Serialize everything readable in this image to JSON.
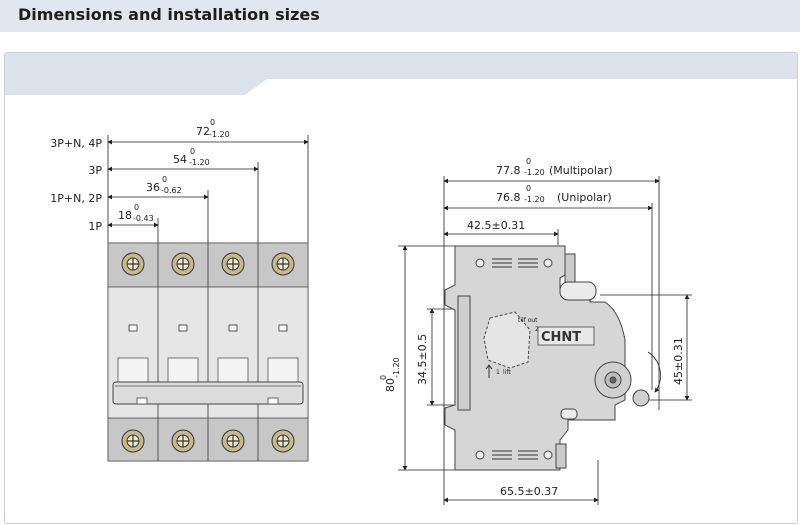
{
  "header": {
    "title": "Dimensions and installation sizes"
  },
  "left_drawing": {
    "row_labels": [
      "3P+N, 4P",
      "3P",
      "1P+N, 2P",
      "1P"
    ],
    "dims": [
      {
        "main": "72",
        "upper": "0",
        "lower": "-1.20"
      },
      {
        "main": "54",
        "upper": "0",
        "lower": "-1.20"
      },
      {
        "main": "36",
        "upper": "0",
        "lower": "-0.62"
      },
      {
        "main": "18",
        "upper": "0",
        "lower": "-0.43"
      }
    ]
  },
  "right_drawing": {
    "width_multi": {
      "main": "77.8",
      "upper": "0",
      "lower": "-1.20",
      "note": "(Multipolar)"
    },
    "width_uni": {
      "main": "76.8",
      "upper": "0",
      "lower": "-1.20",
      "note": "(Unipolar)"
    },
    "dim_42": "42.5±0.31",
    "dim_65": "65.5±0.37",
    "dim_80": {
      "main": "80",
      "upper": "0",
      "lower": "-1.20"
    },
    "dim_34": "34.5±0.5",
    "dim_45": "45±0.31",
    "brand": "CHNT",
    "tilt_out": "tilf out",
    "num_2": "2",
    "num_1": "1",
    "lift": "lift"
  }
}
